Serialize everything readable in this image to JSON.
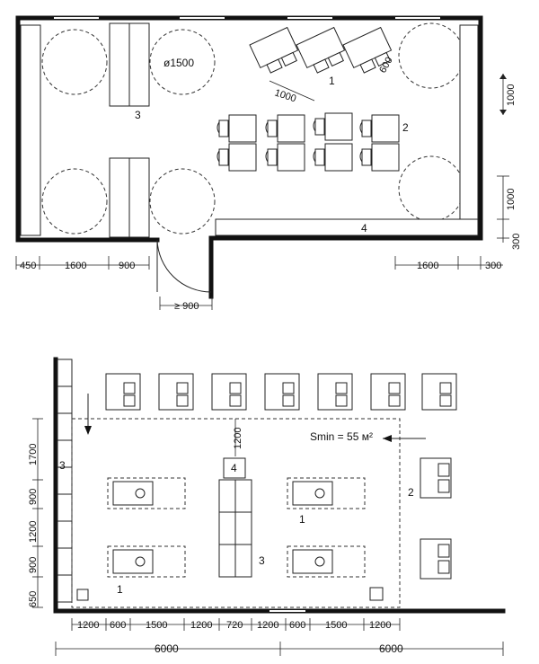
{
  "top": {
    "circle_label": "ø1500",
    "numbers": {
      "n1": "1",
      "n2": "2",
      "n3": "3",
      "n4": "4"
    },
    "dims_bottom": [
      "450",
      "1600",
      "900"
    ],
    "dims_bottom_right": [
      "1600",
      "300"
    ],
    "dims_right": [
      "1000",
      "1000",
      "300"
    ],
    "dim_diag_1000": "1000",
    "dim_diag_600": "600",
    "door_dim": "≥ 900"
  },
  "bottom": {
    "area_label": "Smin = 55 м²",
    "dim_1200_vertical": "1200",
    "numbers": {
      "n1a": "1",
      "n1b": "1",
      "n2": "2",
      "n3a": "3",
      "n3b": "3",
      "n4": "4"
    },
    "dims_left": [
      "1700",
      "900",
      "1200",
      "900",
      "650"
    ],
    "dims_bottom": [
      "1200",
      "600",
      "1500",
      "1200",
      "720",
      "1200",
      "600",
      "1500",
      "1200"
    ],
    "dims_total": [
      "6000",
      "6000"
    ]
  }
}
